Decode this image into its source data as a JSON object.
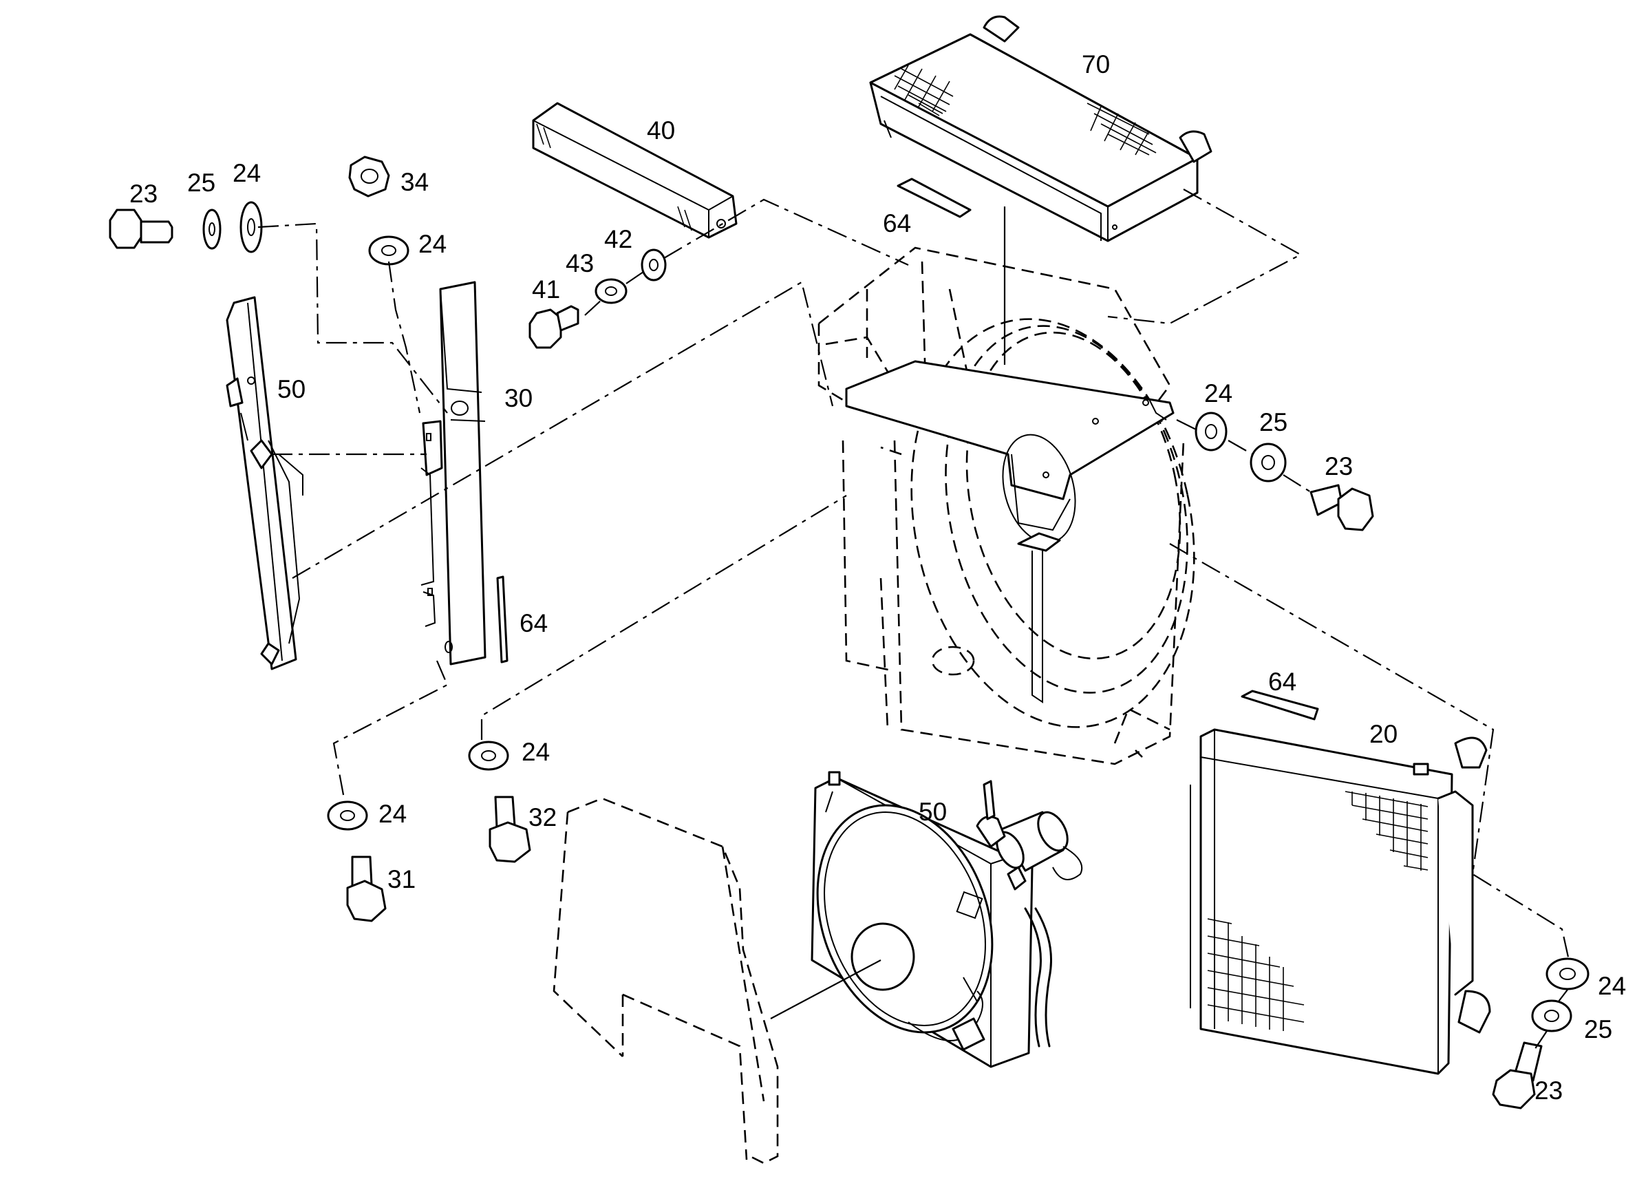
{
  "callouts": {
    "c70": "70",
    "c40": "40",
    "c64_top": "64",
    "c23_tl": "23",
    "c25_tl": "25",
    "c24_tl": "24",
    "c34": "34",
    "c24_nut": "24",
    "c42": "42",
    "c43": "43",
    "c41": "41",
    "c50_left": "50",
    "c30": "30",
    "c24_right": "24",
    "c25_right": "25",
    "c23_right": "23",
    "c64_mid": "64",
    "c64_right": "64",
    "c20": "20",
    "c24_bl": "24",
    "c24_bm": "24",
    "c32": "32",
    "c31": "31",
    "c50_fan": "50",
    "c24_br": "24",
    "c25_br": "25",
    "c23_br": "23"
  }
}
